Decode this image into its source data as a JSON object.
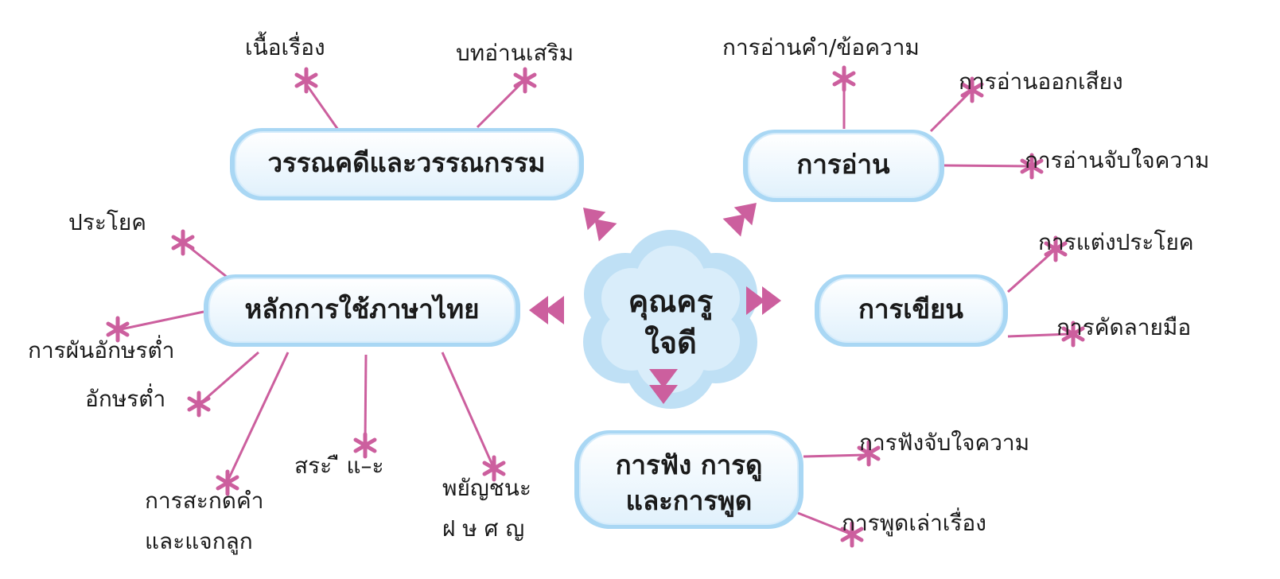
{
  "center": {
    "lines": [
      "คุณครู",
      "ใจดี"
    ]
  },
  "topics": [
    {
      "id": "literature",
      "label": "วรรณคดีและวรรณกรรม",
      "items": [
        [
          "เนื้อเรื่อง"
        ],
        [
          "บทอ่านเสริม"
        ]
      ]
    },
    {
      "id": "reading",
      "label": "การอ่าน",
      "items": [
        [
          "การอ่านคำ/ข้อความ"
        ],
        [
          "การอ่านออกเสียง"
        ],
        [
          "การอ่านจับใจความ"
        ]
      ]
    },
    {
      "id": "grammar",
      "label": "หลักการใช้ภาษาไทย",
      "items": [
        [
          "ประโยค"
        ],
        [
          "การผันอักษรต่ำ"
        ],
        [
          "อักษรต่ำ"
        ],
        [
          "การสะกดคำ",
          "และแจกลูก"
        ],
        [
          "สระ  ื  แ–ะ"
        ],
        [
          "พยัญชนะ",
          "ฝ ษ ศ ญ"
        ]
      ]
    },
    {
      "id": "writing",
      "label": "การเขียน",
      "items": [
        [
          "การแต่งประโยค"
        ],
        [
          "การคัดลายมือ"
        ]
      ]
    },
    {
      "id": "listening",
      "label": [
        "การฟัง การดู",
        "และการพูด"
      ],
      "items": [
        [
          "การฟังจับใจความ"
        ],
        [
          "การพูดเล่าเรื่อง"
        ]
      ]
    }
  ],
  "colors": {
    "accent": "#cc5f9e",
    "box_fill": "#eaf5fd",
    "box_border": "#9bd0f2",
    "cloud_fill": "#c6e3f6",
    "cloud_inner": "#e2f1fb",
    "text": "#1a1a1a"
  },
  "icons": {
    "leaf_marker": "asterisk-icon",
    "connector_arrow": "triangle-arrow-icon"
  }
}
